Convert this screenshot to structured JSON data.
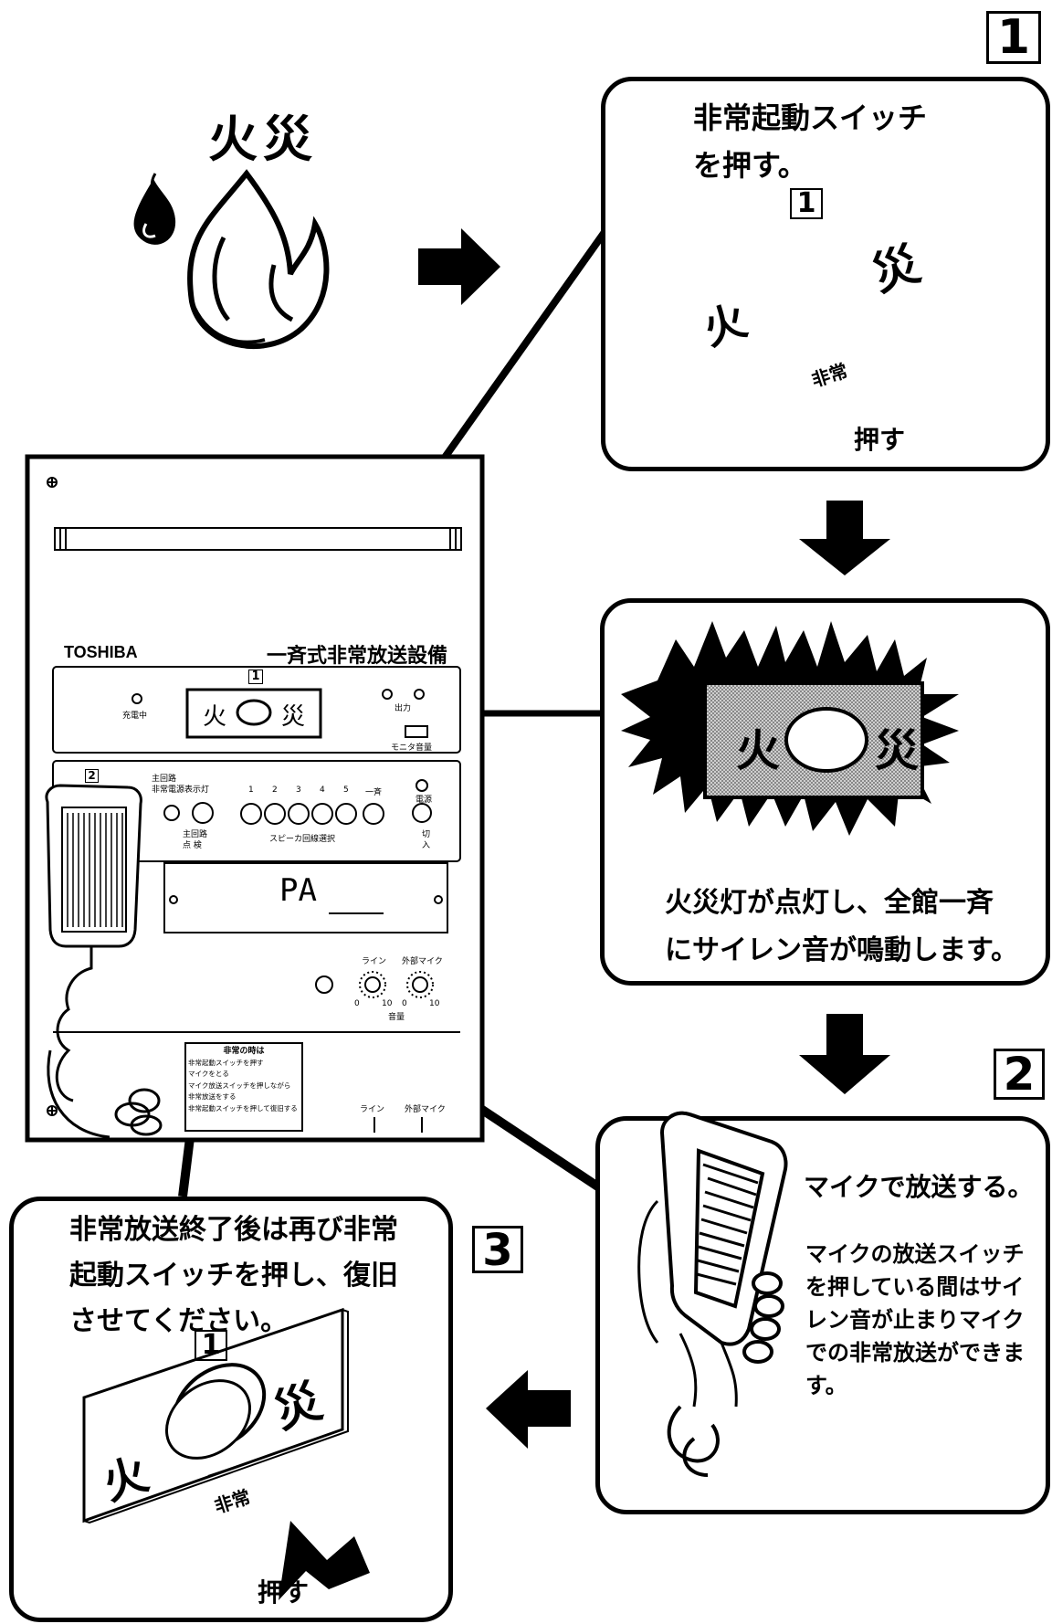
{
  "fire_title": "火災",
  "step_numbers": {
    "s1": "1",
    "s2": "2",
    "s3": "3"
  },
  "step1": {
    "instruction": "非常起動スイッチを押す。",
    "switch_num": "1",
    "left_char": "火",
    "right_char": "災",
    "sub_label": "非常",
    "push_label": "押す"
  },
  "lamp": {
    "left_char": "火",
    "right_char": "災",
    "caption_line1": "火災灯が点灯し、全館一斉",
    "caption_line2": "にサイレン音が鳴動します。"
  },
  "step2": {
    "title": "マイクで放送する。",
    "body_lines": [
      "マイクの放送スイッチ",
      "を押している間はサイ",
      "レン音が止まりマイク",
      "での非常放送ができま",
      "す。"
    ]
  },
  "step3": {
    "text_lines": [
      "非常放送終了後は再び非常",
      "起動スイッチを押し、復旧",
      "させてください。"
    ],
    "switch_num": "1",
    "left_char": "火",
    "right_char": "災",
    "sub_label": "非常",
    "push_label": "押す"
  },
  "panel": {
    "brand": "TOSHIBA",
    "title": "一斉式非常放送設備",
    "switch_num": "1",
    "fire_left": "火",
    "fire_right": "災",
    "charging": "充電中",
    "output": "出力",
    "monitor_vol": "モニタ音量",
    "mic_num": "2",
    "main_circuit": "主回路",
    "emergency_power_lamp": "非常電源表示灯",
    "channels": [
      "1",
      "2",
      "3",
      "4",
      "5",
      "一斉"
    ],
    "power": "電源",
    "sw_main": "主回路",
    "sw_check": "点 検",
    "speaker_select": "スピーカ回線選択",
    "sw_off": "切",
    "sw_on": "入",
    "pa": "PA",
    "line": "ライン",
    "ext_mic": "外部マイク",
    "vol_min": "0",
    "vol_max": "10",
    "volume": "音量",
    "notice_title": "非常の時は",
    "notice_lines": [
      "非常起動スイッチを押す",
      "マイクをとる",
      "マイク放送スイッチを押しながら",
      "非常放送をする",
      "非常起動スイッチを押して復旧する"
    ],
    "bottom_line": "ライン",
    "bottom_ext_mic": "外部マイク"
  }
}
